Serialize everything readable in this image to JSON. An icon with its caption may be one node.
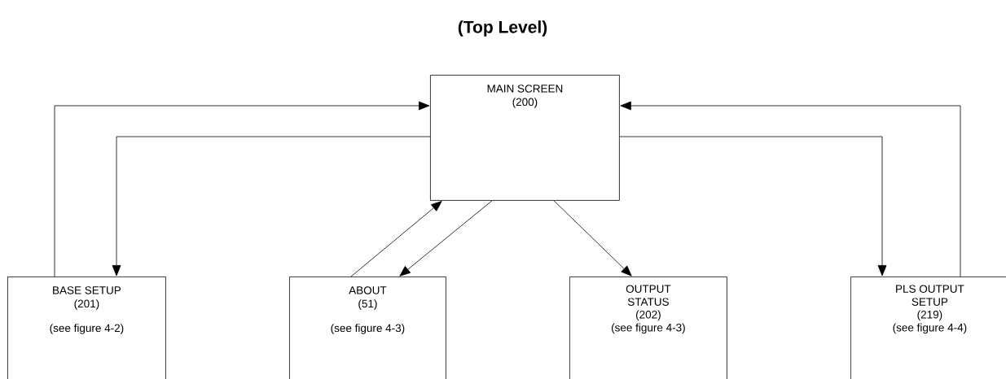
{
  "diagram": {
    "title": "(Top Level)",
    "nodes": [
      {
        "text": [
          "MAIN SCREEN",
          "(200)"
        ]
      },
      {
        "text": [
          "BASE SETUP",
          "(201)",
          "(see figure 4-2)"
        ]
      },
      {
        "text": [
          "ABOUT",
          "(51)",
          "(see figure 4-3)"
        ]
      },
      {
        "text": [
          "OUTPUT STATUS",
          "(202)",
          "(see figure 4-3)"
        ]
      },
      {
        "text": [
          "PLS OUTPUT SETUP",
          "(219)",
          "(see figure 4-4)"
        ]
      }
    ],
    "edges": [
      {
        "from": 1,
        "to": 0,
        "arrow": "to"
      },
      {
        "from": 0,
        "to": 1,
        "arrow": "to"
      },
      {
        "from": 2,
        "to": 0,
        "arrow": "to"
      },
      {
        "from": 0,
        "to": 2,
        "arrow": "to"
      },
      {
        "from": 0,
        "to": 3,
        "arrow": "to"
      },
      {
        "from": 0,
        "to": 4,
        "arrow": "to"
      },
      {
        "from": 4,
        "to": 0,
        "arrow": "to"
      }
    ]
  }
}
